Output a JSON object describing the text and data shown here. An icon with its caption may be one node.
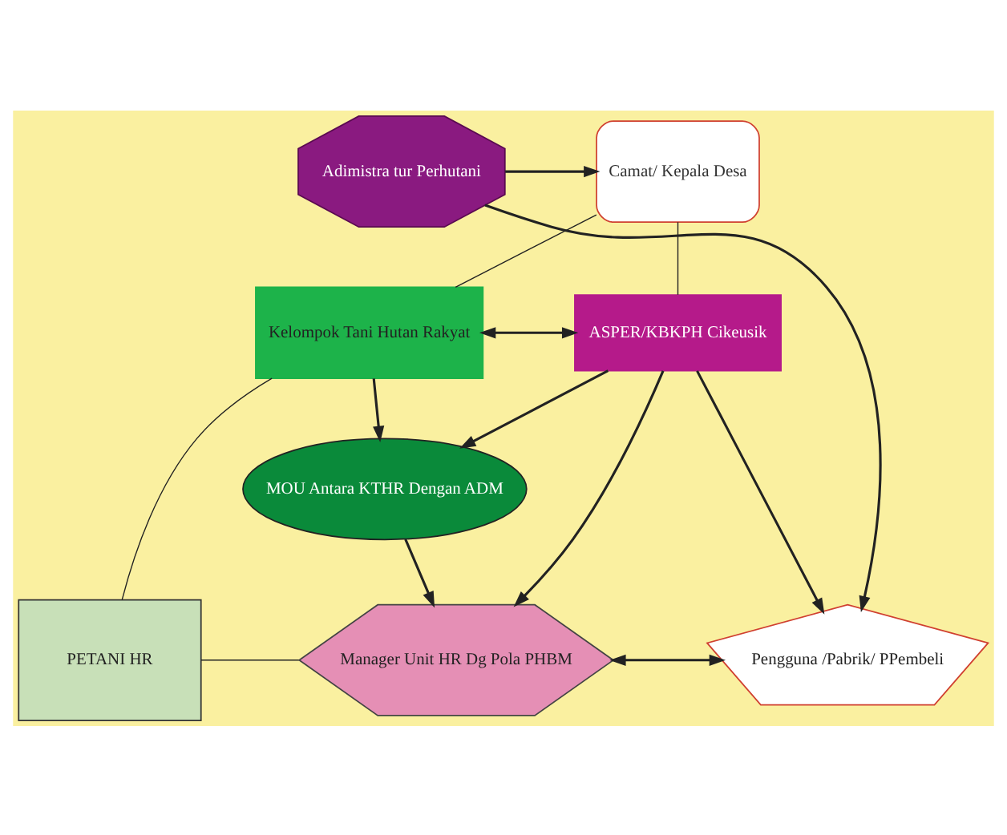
{
  "diagram": {
    "nodes": [
      {
        "text": [
          "Camat/ Kepala Desa"
        ]
      },
      {
        "text": [
          "Adimistra tur Perhutani"
        ]
      },
      {
        "text": [
          "Kelompok Tani Hutan Rakyat"
        ]
      },
      {
        "text": [
          "ASPER/KBKPH Cikeusik"
        ]
      },
      {
        "text": [
          "MOU Antara KTHR Dengan ADM"
        ]
      },
      {
        "text": [
          "PETANI HR"
        ]
      },
      {
        "text": [
          "Manager Unit HR Dg Pola PHBM"
        ]
      },
      {
        "text": [
          "Pengguna /Pabrik/ PPembeli"
        ]
      }
    ],
    "edges": [
      {
        "from": 1,
        "to": 0,
        "arrow": "to"
      },
      {
        "from": 0,
        "to": 2,
        "arrow": "none"
      },
      {
        "from": 0,
        "to": 3,
        "arrow": "none"
      },
      {
        "from": 2,
        "to": 3,
        "arrow": "both"
      },
      {
        "from": 2,
        "to": 4,
        "arrow": "to"
      },
      {
        "from": 3,
        "to": 4,
        "arrow": "to"
      },
      {
        "from": 4,
        "to": 6,
        "arrow": "to"
      },
      {
        "from": 3,
        "to": 6,
        "arrow": "to"
      },
      {
        "from": 3,
        "to": 7,
        "arrow": "to"
      },
      {
        "from": 1,
        "to": 7,
        "arrow": "to"
      },
      {
        "from": 2,
        "to": 5,
        "arrow": "none"
      },
      {
        "from": 5,
        "to": 6,
        "arrow": "none"
      },
      {
        "from": 6,
        "to": 7,
        "arrow": "both"
      }
    ]
  }
}
